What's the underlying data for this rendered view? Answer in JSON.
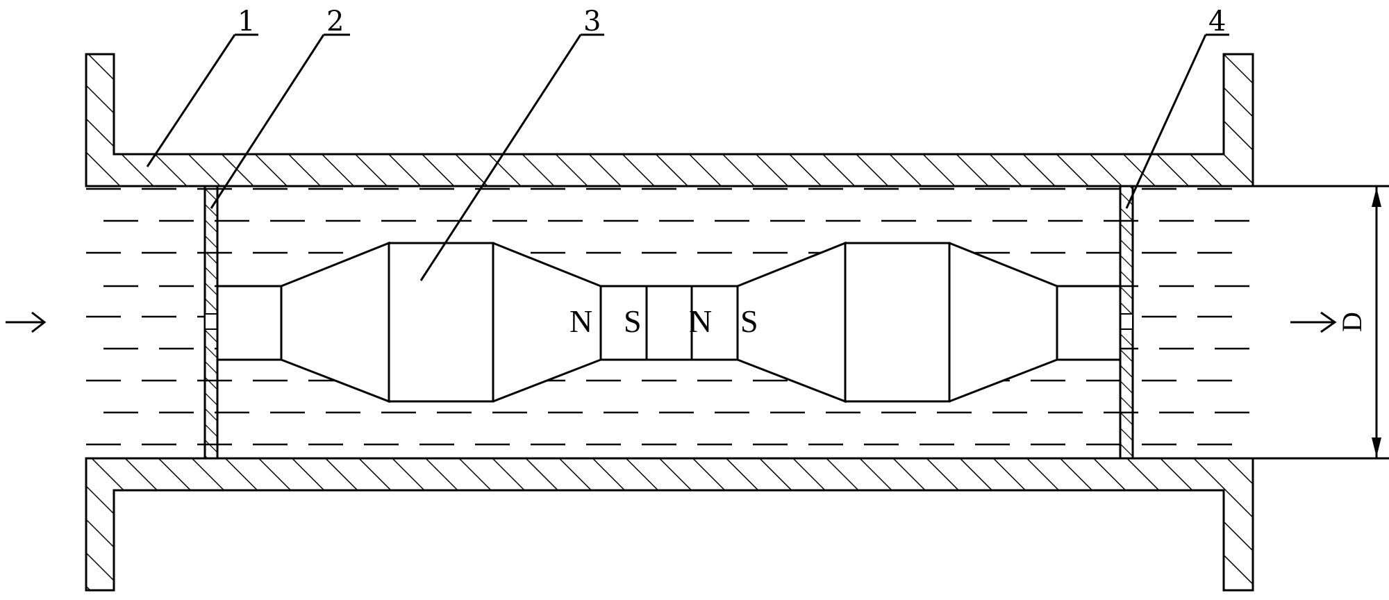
{
  "labels": {
    "part1": "1",
    "part2": "2",
    "part3": "3",
    "part4": "4"
  },
  "magnet": {
    "pole1": "N",
    "pole2": "S",
    "pole3": "N",
    "pole4": "S"
  },
  "dimension": {
    "label": "D"
  },
  "flow": {
    "inlet_arrow": "→",
    "outlet_arrow": "→"
  }
}
